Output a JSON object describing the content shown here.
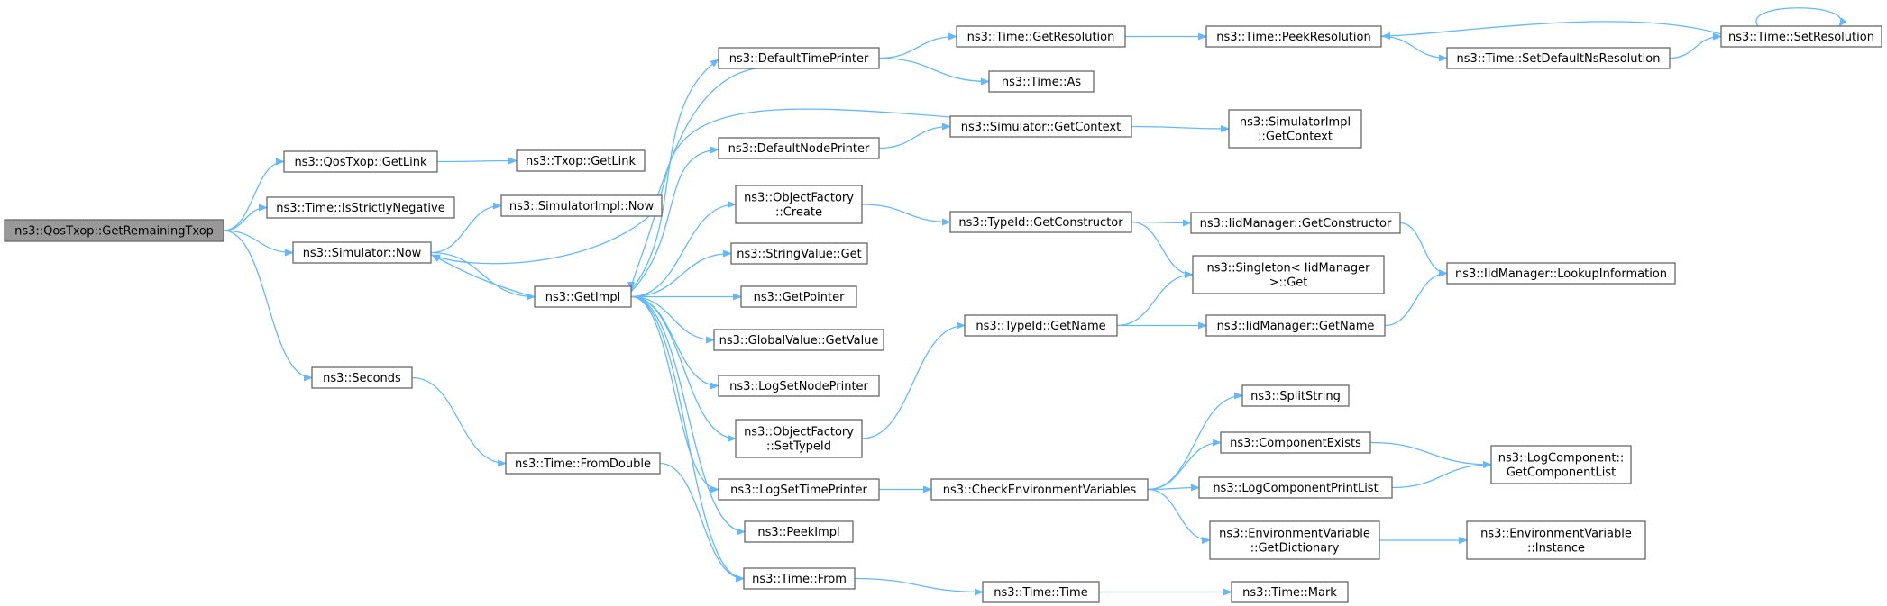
{
  "graph": {
    "nodes": [
      {
        "id": "root",
        "lines": [
          "ns3::QosTxop::GetRemainingTxop"
        ],
        "root": true
      },
      {
        "id": "qosGetLink",
        "lines": [
          "ns3::QosTxop::GetLink"
        ]
      },
      {
        "id": "txopGetLink",
        "lines": [
          "ns3::Txop::GetLink"
        ]
      },
      {
        "id": "isStrictlyNeg",
        "lines": [
          "ns3::Time::IsStrictlyNegative"
        ]
      },
      {
        "id": "simImplNow",
        "lines": [
          "ns3::SimulatorImpl::Now"
        ]
      },
      {
        "id": "simNow",
        "lines": [
          "ns3::Simulator::Now"
        ]
      },
      {
        "id": "seconds",
        "lines": [
          "ns3::Seconds"
        ]
      },
      {
        "id": "fromDouble",
        "lines": [
          "ns3::Time::FromDouble"
        ]
      },
      {
        "id": "getImpl",
        "lines": [
          "ns3::GetImpl"
        ]
      },
      {
        "id": "defTimePrinter",
        "lines": [
          "ns3::DefaultTimePrinter"
        ]
      },
      {
        "id": "defNodePrinter",
        "lines": [
          "ns3::DefaultNodePrinter"
        ]
      },
      {
        "id": "ofCreate",
        "lines": [
          "ns3::ObjectFactory",
          "::Create"
        ]
      },
      {
        "id": "strValGet",
        "lines": [
          "ns3::StringValue::Get"
        ]
      },
      {
        "id": "getPointer",
        "lines": [
          "ns3::GetPointer"
        ]
      },
      {
        "id": "gvGetValue",
        "lines": [
          "ns3::GlobalValue::GetValue"
        ]
      },
      {
        "id": "logSetNodePrinter",
        "lines": [
          "ns3::LogSetNodePrinter"
        ]
      },
      {
        "id": "ofSetTypeId",
        "lines": [
          "ns3::ObjectFactory",
          "::SetTypeId"
        ]
      },
      {
        "id": "logSetTimePrinter",
        "lines": [
          "ns3::LogSetTimePrinter"
        ]
      },
      {
        "id": "peekImpl",
        "lines": [
          "ns3::PeekImpl"
        ]
      },
      {
        "id": "timeFrom",
        "lines": [
          "ns3::Time::From"
        ]
      },
      {
        "id": "timeGetRes",
        "lines": [
          "ns3::Time::GetResolution"
        ]
      },
      {
        "id": "timeAs",
        "lines": [
          "ns3::Time::As"
        ]
      },
      {
        "id": "simGetContext",
        "lines": [
          "ns3::Simulator::GetContext"
        ]
      },
      {
        "id": "tidGetCtor",
        "lines": [
          "ns3::TypeId::GetConstructor"
        ]
      },
      {
        "id": "tidGetName",
        "lines": [
          "ns3::TypeId::GetName"
        ]
      },
      {
        "id": "checkEnv",
        "lines": [
          "ns3::CheckEnvironmentVariables"
        ]
      },
      {
        "id": "timeTime",
        "lines": [
          "ns3::Time::Time"
        ]
      },
      {
        "id": "timePeekRes",
        "lines": [
          "ns3::Time::PeekResolution"
        ]
      },
      {
        "id": "timeSetDefNs",
        "lines": [
          "ns3::Time::SetDefaultNsResolution"
        ]
      },
      {
        "id": "simImplGetCtx",
        "lines": [
          "ns3::SimulatorImpl",
          "::GetContext"
        ]
      },
      {
        "id": "iidGetCtor",
        "lines": [
          "ns3::IidManager::GetConstructor"
        ]
      },
      {
        "id": "singletonGet",
        "lines": [
          "ns3::Singleton< IidManager",
          " >::Get"
        ]
      },
      {
        "id": "iidGetName",
        "lines": [
          "ns3::IidManager::GetName"
        ]
      },
      {
        "id": "splitString",
        "lines": [
          "ns3::SplitString"
        ]
      },
      {
        "id": "compExists",
        "lines": [
          "ns3::ComponentExists"
        ]
      },
      {
        "id": "logCompPrintList",
        "lines": [
          "ns3::LogComponentPrintList"
        ]
      },
      {
        "id": "envGetDict",
        "lines": [
          "ns3::EnvironmentVariable",
          "::GetDictionary"
        ]
      },
      {
        "id": "timeMark",
        "lines": [
          "ns3::Time::Mark"
        ]
      },
      {
        "id": "timeSetRes",
        "lines": [
          "ns3::Time::SetResolution"
        ]
      },
      {
        "id": "iidLookup",
        "lines": [
          "ns3::IidManager::LookupInformation"
        ]
      },
      {
        "id": "logCompGetList",
        "lines": [
          "ns3::LogComponent::",
          "GetComponentList"
        ]
      },
      {
        "id": "envInstance",
        "lines": [
          "ns3::EnvironmentVariable",
          "::Instance"
        ]
      }
    ],
    "edges": [
      [
        "root",
        "qosGetLink"
      ],
      [
        "root",
        "isStrictlyNeg"
      ],
      [
        "root",
        "simNow"
      ],
      [
        "root",
        "seconds"
      ],
      [
        "qosGetLink",
        "txopGetLink"
      ],
      [
        "simNow",
        "simImplNow"
      ],
      [
        "simNow",
        "getImpl"
      ],
      [
        "seconds",
        "fromDouble"
      ],
      [
        "fromDouble",
        "timeFrom"
      ],
      [
        "timeFrom",
        "timeTime"
      ],
      [
        "timeTime",
        "timeMark"
      ],
      [
        "getImpl",
        "defTimePrinter"
      ],
      [
        "getImpl",
        "defNodePrinter"
      ],
      [
        "getImpl",
        "ofCreate"
      ],
      [
        "getImpl",
        "strValGet"
      ],
      [
        "getImpl",
        "getPointer"
      ],
      [
        "getImpl",
        "gvGetValue"
      ],
      [
        "getImpl",
        "logSetNodePrinter"
      ],
      [
        "getImpl",
        "ofSetTypeId"
      ],
      [
        "getImpl",
        "logSetTimePrinter"
      ],
      [
        "getImpl",
        "peekImpl"
      ],
      [
        "getImpl",
        "timeFrom"
      ],
      [
        "getImpl",
        "simNow"
      ],
      [
        "defTimePrinter",
        "timeGetRes"
      ],
      [
        "defTimePrinter",
        "timeAs"
      ],
      [
        "defTimePrinter",
        "simNow"
      ],
      [
        "timeGetRes",
        "timePeekRes"
      ],
      [
        "timePeekRes",
        "timeSetDefNs"
      ],
      [
        "timeSetDefNs",
        "timeSetRes"
      ],
      [
        "timeSetRes",
        "timePeekRes"
      ],
      [
        "timeSetRes",
        "timeSetRes"
      ],
      [
        "defNodePrinter",
        "simGetContext"
      ],
      [
        "simGetContext",
        "simImplGetCtx"
      ],
      [
        "simGetContext",
        "getImpl"
      ],
      [
        "ofCreate",
        "tidGetCtor"
      ],
      [
        "tidGetCtor",
        "iidGetCtor"
      ],
      [
        "tidGetCtor",
        "singletonGet"
      ],
      [
        "iidGetCtor",
        "iidLookup"
      ],
      [
        "ofSetTypeId",
        "tidGetName"
      ],
      [
        "tidGetName",
        "singletonGet"
      ],
      [
        "tidGetName",
        "iidGetName"
      ],
      [
        "iidGetName",
        "iidLookup"
      ],
      [
        "logSetTimePrinter",
        "checkEnv"
      ],
      [
        "checkEnv",
        "splitString"
      ],
      [
        "checkEnv",
        "compExists"
      ],
      [
        "checkEnv",
        "logCompPrintList"
      ],
      [
        "checkEnv",
        "envGetDict"
      ],
      [
        "compExists",
        "logCompGetList"
      ],
      [
        "logCompPrintList",
        "logCompGetList"
      ],
      [
        "envGetDict",
        "envInstance"
      ]
    ]
  },
  "colors": {
    "edge": "#63b8ff",
    "node_border": "#666666",
    "root_fill": "#999999",
    "node_fill": "#ffffff"
  }
}
